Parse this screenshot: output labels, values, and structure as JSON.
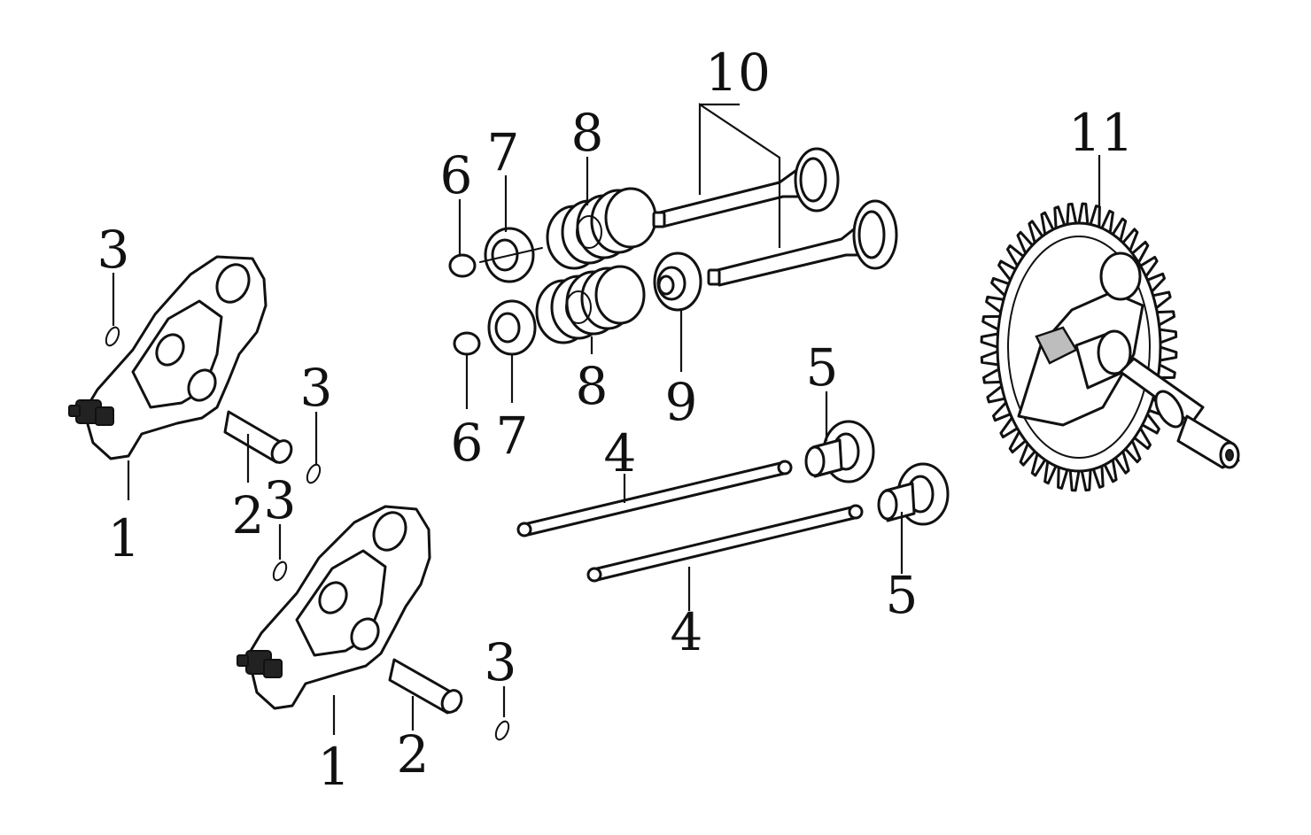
{
  "diagram": {
    "callouts": {
      "rocker_arm": "1",
      "rocker_shaft": "2",
      "circlip": "3",
      "push_rod": "4",
      "tappet": "5",
      "valve_cap": "6",
      "spring_retainer": "7",
      "valve_spring": "8",
      "valve_seal": "9",
      "valve": "10",
      "camshaft": "11"
    }
  }
}
